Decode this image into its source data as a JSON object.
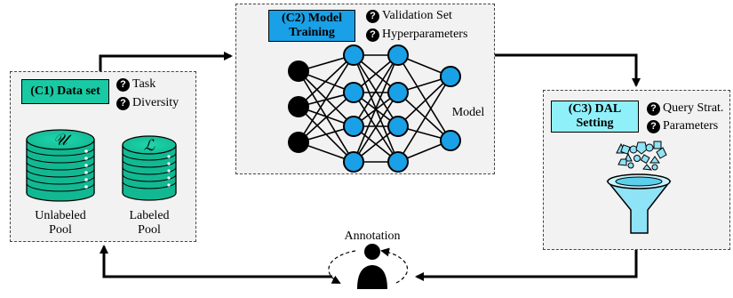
{
  "data_set": {
    "title": "(C1) Data set",
    "color": "#19c9a3",
    "questions": [
      "Task",
      "Diversity"
    ],
    "unlabeled": {
      "symbol": "𝒰",
      "label_line1": "Unlabeled",
      "label_line2": "Pool"
    },
    "labeled": {
      "symbol": "ℒ",
      "label_line1": "Labeled",
      "label_line2": "Pool"
    }
  },
  "model_training": {
    "title_line1": "(C2) Model",
    "title_line2": "Training",
    "color": "#1aa0e6",
    "questions": [
      "Validation Set",
      "Hyperparameters"
    ],
    "model_label": "Model"
  },
  "dal_setting": {
    "title_line1": "(C3) DAL",
    "title_line2": "Setting",
    "color": "#8ff0fa",
    "questions": [
      "Query Strat.",
      "Parameters"
    ]
  },
  "annotation": {
    "label": "Annotation"
  },
  "icons": [
    "question-icon",
    "database-icon",
    "neural-network-icon",
    "funnel-icon",
    "person-icon"
  ]
}
